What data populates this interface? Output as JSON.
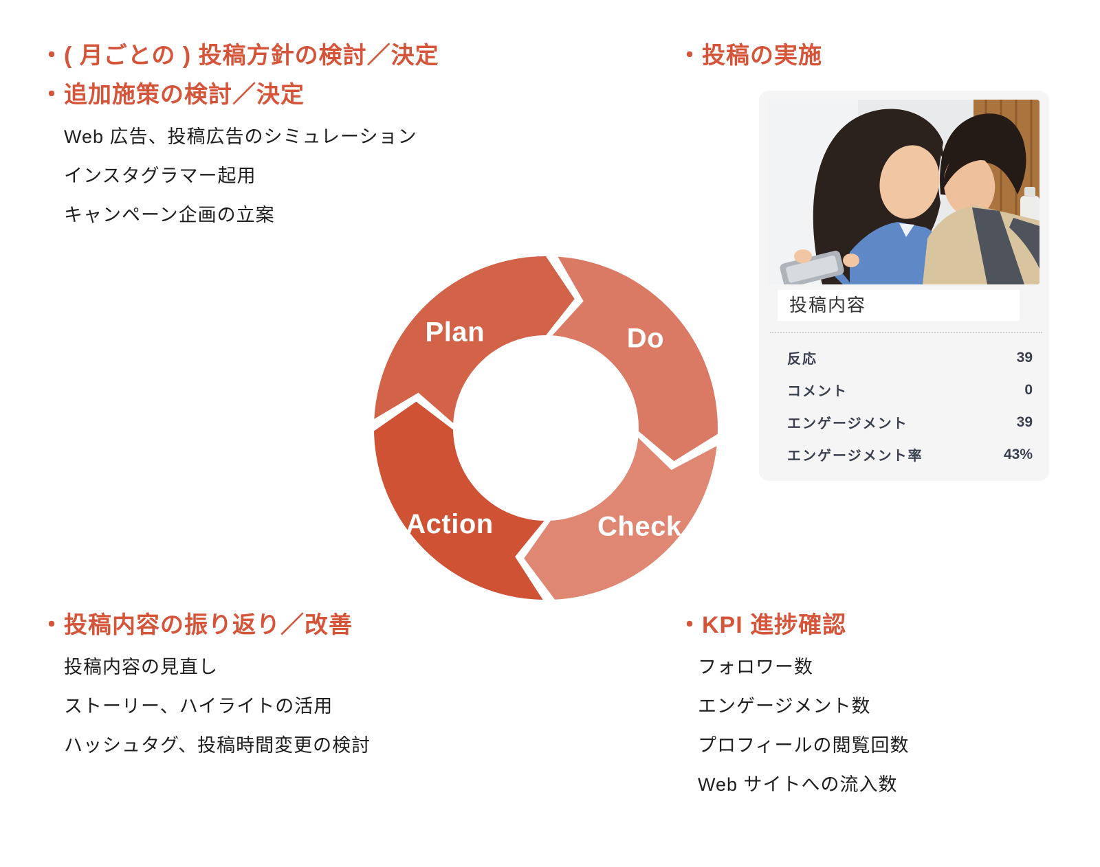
{
  "colors": {
    "page_bg": "#FFFFFF",
    "heading": "#D4553A",
    "body": "#1E1E1E",
    "stat": "#39404E",
    "card_bg": "#F5F5F6",
    "cycle_text": "#FFFFFF"
  },
  "notes": {
    "plan": {
      "headers": [
        "・( 月ごとの ) 投稿方針の検討／決定",
        "・追加施策の検討／決定"
      ],
      "items": [
        "Web 広告、投稿広告のシミュレーション",
        "インスタグラマー起用",
        "キャンペーン企画の立案"
      ]
    },
    "do": {
      "header": "・投稿の実施"
    },
    "check": {
      "header": "・KPI 進捗確認",
      "items": [
        "フォロワー数",
        "エンゲージメント数",
        "プロフィールの閲覧回数",
        "Web サイトへの流入数"
      ]
    },
    "action": {
      "header": "・投稿内容の振り返り／改善",
      "items": [
        "投稿内容の見直し",
        "ストーリー、ハイライトの活用",
        "ハッシュタグ、投稿時間変更の検討"
      ]
    }
  },
  "cycle": {
    "segments": [
      {
        "id": "plan",
        "label": "Plan",
        "color": "#D26248"
      },
      {
        "id": "do",
        "label": "Do",
        "color": "#DB7A64"
      },
      {
        "id": "check",
        "label": "Check",
        "color": "#E08773"
      },
      {
        "id": "action",
        "label": "Action",
        "color": "#CE5233"
      }
    ]
  },
  "card": {
    "title": "投稿内容",
    "photo_description": "two-people-looking-at-smartphone",
    "stats": [
      {
        "label": "反応",
        "value": "39"
      },
      {
        "label": "コメント",
        "value": "0"
      },
      {
        "label": "エンゲージメント",
        "value": "39"
      },
      {
        "label": "エンゲージメント率",
        "value": "43%"
      }
    ]
  }
}
